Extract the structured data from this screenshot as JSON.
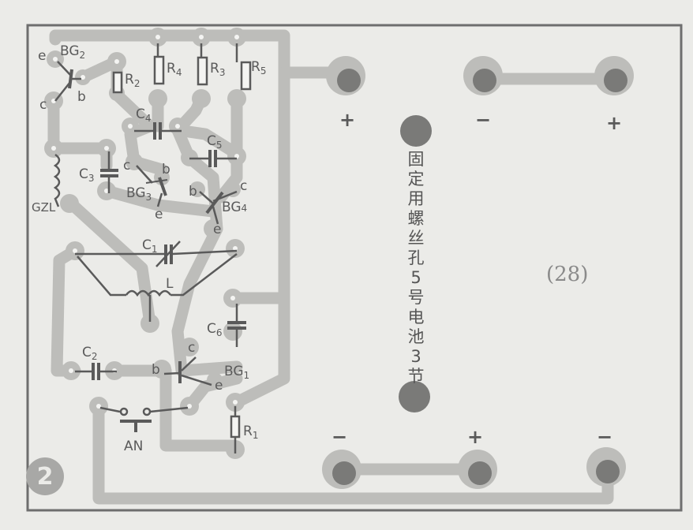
{
  "figure": {
    "number": "2",
    "page_number": "(28)",
    "mount_note": "固定用螺丝孔5号电池3节"
  },
  "components": {
    "transistors": [
      {
        "ref": "BG1",
        "label": "BG",
        "sub": "1",
        "pins": [
          "b",
          "c",
          "e"
        ]
      },
      {
        "ref": "BG2",
        "label": "BG",
        "sub": "2",
        "pins": [
          "e",
          "b",
          "c"
        ]
      },
      {
        "ref": "BG3",
        "label": "BG",
        "sub": "3",
        "pins": [
          "c",
          "b",
          "e"
        ]
      },
      {
        "ref": "BG4",
        "label": "BG",
        "sub": "4",
        "pins": [
          "b",
          "c",
          "e"
        ]
      }
    ],
    "resistors": [
      {
        "ref": "R1",
        "label": "R",
        "sub": "1"
      },
      {
        "ref": "R2",
        "label": "R",
        "sub": "2"
      },
      {
        "ref": "R3",
        "label": "R",
        "sub": "3"
      },
      {
        "ref": "R4",
        "label": "R",
        "sub": "4"
      },
      {
        "ref": "R5",
        "label": "R",
        "sub": "5"
      }
    ],
    "capacitors": [
      {
        "ref": "C1",
        "label": "C",
        "sub": "1",
        "variable": true
      },
      {
        "ref": "C2",
        "label": "C",
        "sub": "2"
      },
      {
        "ref": "C3",
        "label": "C",
        "sub": "3"
      },
      {
        "ref": "C4",
        "label": "C",
        "sub": "4"
      },
      {
        "ref": "C5",
        "label": "C",
        "sub": "5"
      },
      {
        "ref": "C6",
        "label": "C",
        "sub": "6"
      }
    ],
    "inductor": {
      "ref": "L",
      "label": "L"
    },
    "choke": {
      "ref": "GZL",
      "label": "GZL"
    },
    "switch": {
      "ref": "AN",
      "label": "AN"
    }
  },
  "battery_terminals": {
    "top": [
      "+",
      "−",
      "+"
    ],
    "bottom": [
      "−",
      "+",
      "−"
    ]
  },
  "pin_labels": {
    "b": "b",
    "c": "c",
    "e": "e"
  },
  "colors": {
    "background": "#ebebe8",
    "trace": "#b9b9b6",
    "hole": "#7a7a78",
    "ink": "#5a5a5a",
    "border": "#6e6e6e"
  }
}
